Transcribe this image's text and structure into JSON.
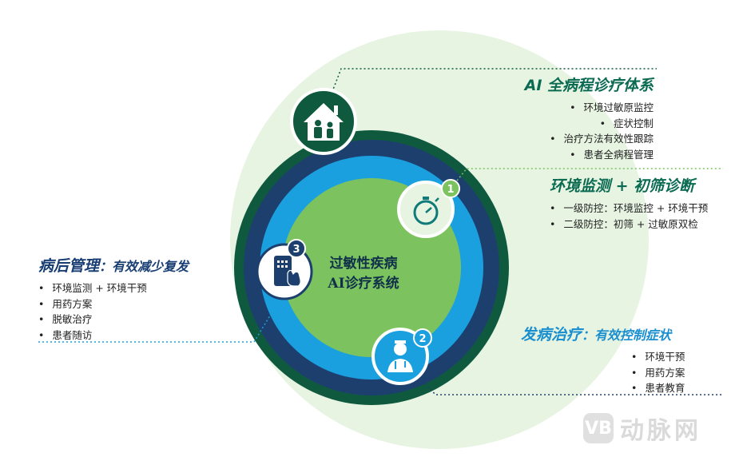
{
  "center": {
    "line1": "过敏性疾病",
    "line2": "AI诊疗系统"
  },
  "badges": {
    "one": "1",
    "two": "2",
    "three": "3"
  },
  "icons": [
    "home-family-icon",
    "stopwatch-icon",
    "doctor-icon",
    "mobile-touch-icon"
  ],
  "sections": {
    "full": {
      "title": "AI 全病程诊疗体系",
      "items": [
        "环境过敏原监控",
        "症状控制",
        "治疗方法有效性跟踪",
        "患者全病程管理"
      ]
    },
    "screening": {
      "title": "环境监测 + 初筛诊断",
      "items": [
        "一级防控：环境监控 + 环境干预",
        "二级防控：初筛 + 过敏原双检"
      ]
    },
    "treatment": {
      "title_main": "发病治疗",
      "title_sub": "：有效控制症状",
      "items": [
        "环境干预",
        "用药方案",
        "患者教育"
      ]
    },
    "post": {
      "title_main": "病后管理",
      "title_sub": "：有效减少复发",
      "items": [
        "环境监测 + 环境干预",
        "用药方案",
        "脱敏治疗",
        "患者随访"
      ]
    }
  },
  "watermark": {
    "logo": "VB",
    "text": "动脉网"
  },
  "colors": {
    "pale_green": "#e7f4e2",
    "dark_green": "#0f5a3f",
    "navy": "#1d3f6e",
    "blue": "#1ba0df",
    "light_green": "#7cc35f",
    "teal_title": "#0b6a52",
    "blue_title": "#1a8fd0",
    "navy_title": "#183e73"
  }
}
